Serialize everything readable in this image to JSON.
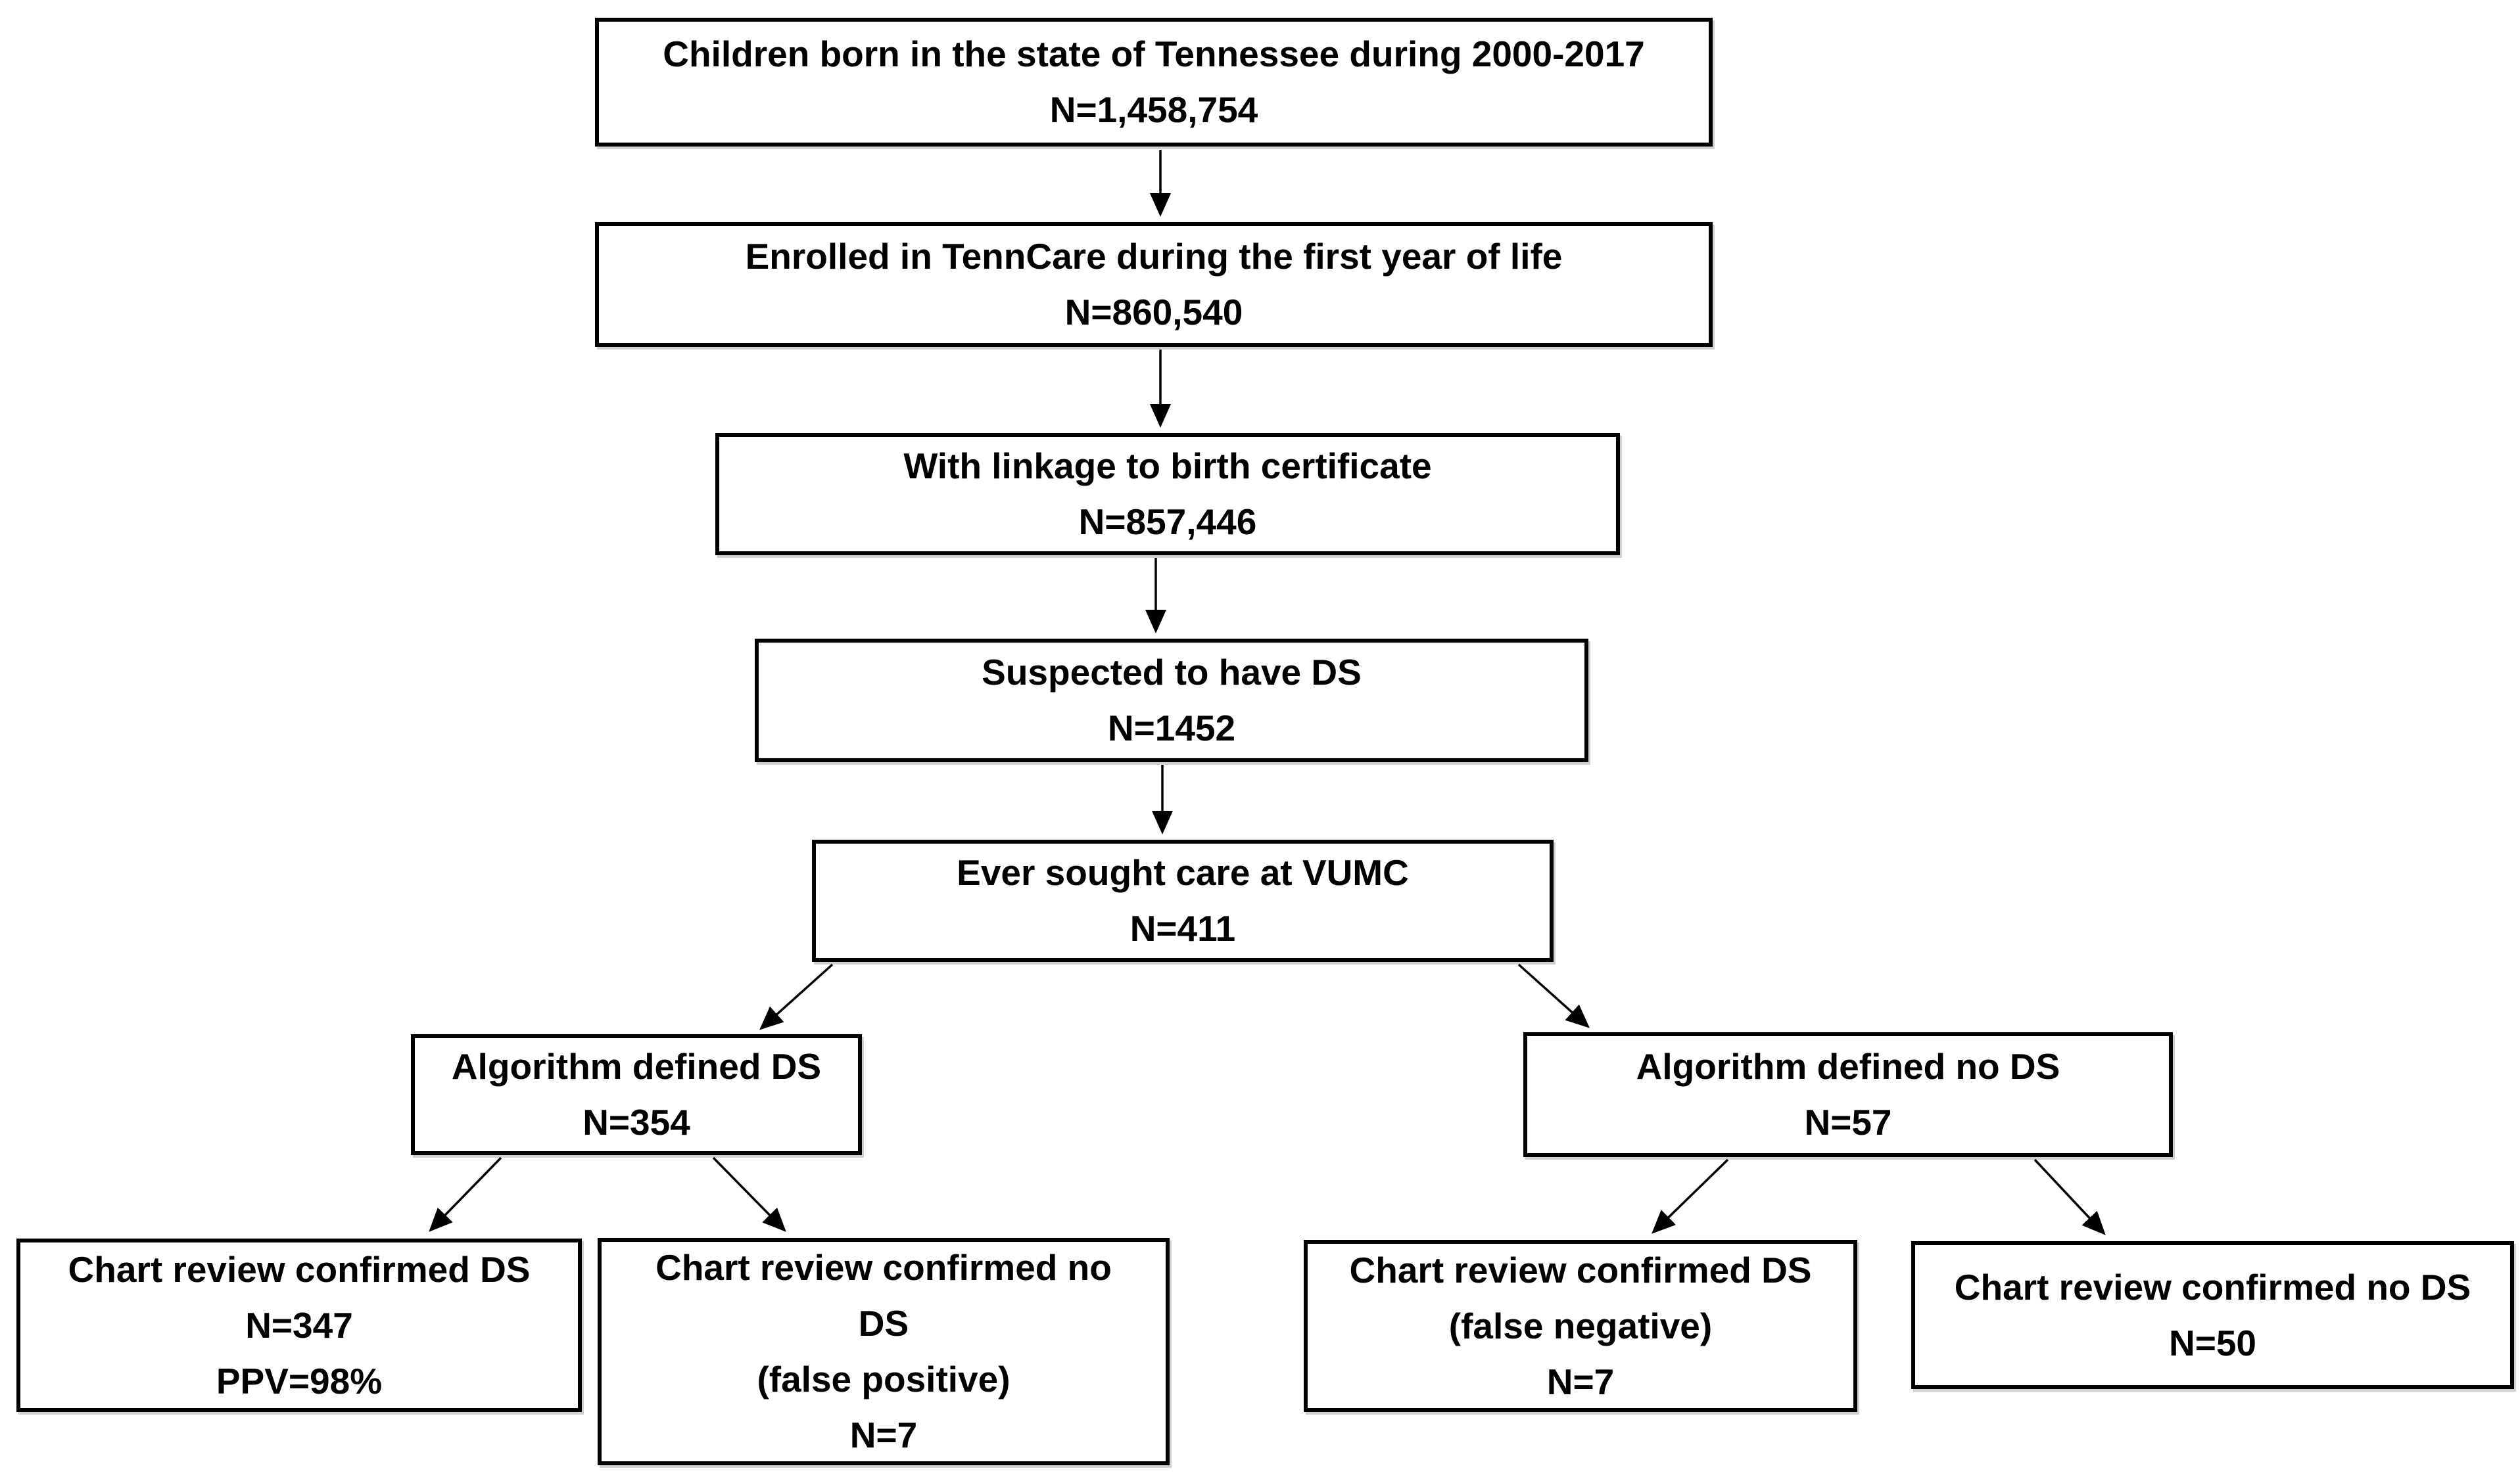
{
  "canvas": {
    "background_color": "#ffffff",
    "line_color": "#000000",
    "box_fill_color": "#ffffff",
    "box_border_color": "#000000"
  },
  "diagram": {
    "type": "flowchart",
    "nodes": [
      {
        "id": "births",
        "lines": [
          "Children born in the state of Tennessee during 2000-2017",
          "N=1,458,754"
        ]
      },
      {
        "id": "tenncare",
        "lines": [
          "Enrolled in TennCare during the first year of life",
          "N=860,540"
        ]
      },
      {
        "id": "birth-certificate",
        "lines": [
          "With linkage to birth certificate",
          "N=857,446"
        ]
      },
      {
        "id": "suspected-ds",
        "lines": [
          "Suspected to have DS",
          "N=1452"
        ]
      },
      {
        "id": "vumc",
        "lines": [
          "Ever sought care at VUMC",
          "N=411"
        ]
      },
      {
        "id": "algorithm-ds",
        "lines": [
          "Algorithm defined DS",
          "N=354"
        ]
      },
      {
        "id": "algorithm-no-ds",
        "lines": [
          "Algorithm defined no DS",
          "N=57"
        ]
      },
      {
        "id": "confirmed-ds",
        "lines": [
          "Chart review confirmed DS",
          "N=347",
          "PPV=98%"
        ]
      },
      {
        "id": "false-positive",
        "lines": [
          "Chart review confirmed no",
          "DS",
          "(false positive)",
          "N=7"
        ]
      },
      {
        "id": "false-negative",
        "lines": [
          "Chart review confirmed DS",
          "(false negative)",
          "N=7"
        ]
      },
      {
        "id": "confirmed-no-ds",
        "lines": [
          "Chart review confirmed no DS",
          "N=50"
        ]
      }
    ],
    "edges": [
      {
        "from": "births",
        "to": "tenncare"
      },
      {
        "from": "tenncare",
        "to": "birth-certificate"
      },
      {
        "from": "birth-certificate",
        "to": "suspected-ds"
      },
      {
        "from": "suspected-ds",
        "to": "vumc"
      },
      {
        "from": "vumc",
        "to": "algorithm-ds"
      },
      {
        "from": "vumc",
        "to": "algorithm-no-ds"
      },
      {
        "from": "algorithm-ds",
        "to": "confirmed-ds"
      },
      {
        "from": "algorithm-ds",
        "to": "false-positive"
      },
      {
        "from": "algorithm-no-ds",
        "to": "false-negative"
      },
      {
        "from": "algorithm-no-ds",
        "to": "confirmed-no-ds"
      }
    ]
  }
}
